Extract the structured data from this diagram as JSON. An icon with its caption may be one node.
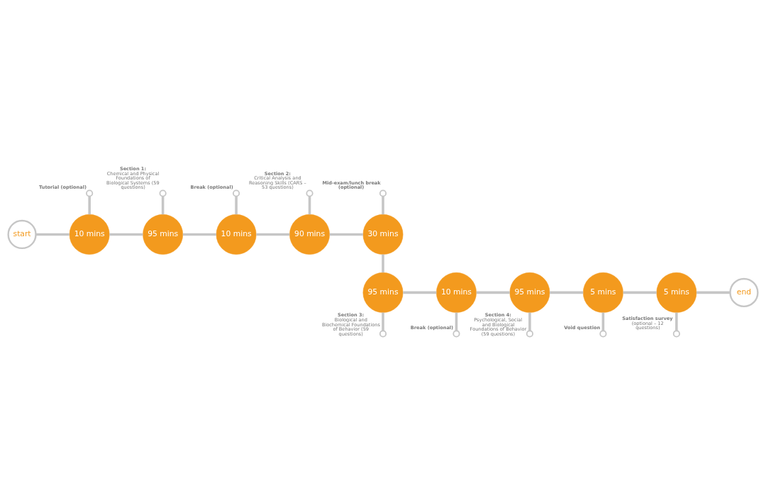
{
  "diagram": {
    "nodes": [
      {
        "text": [
          "start"
        ]
      },
      {
        "text": [
          "10 mins"
        ]
      },
      {
        "text": [
          "95 mins"
        ]
      },
      {
        "text": [
          "10 mins"
        ]
      },
      {
        "text": [
          "90 mins"
        ]
      },
      {
        "text": [
          "30 mins"
        ]
      },
      {
        "text": [
          "95 mins"
        ]
      },
      {
        "text": [
          "10 mins"
        ]
      },
      {
        "text": [
          "95 mins"
        ]
      },
      {
        "text": [
          "5 mins"
        ]
      },
      {
        "text": [
          "5 mins"
        ]
      },
      {
        "text": [
          "end"
        ]
      },
      {
        "text": [],
        "shape": "circle",
        "beside": [
          "Tutorial (optional)"
        ]
      },
      {
        "text": [],
        "shape": "circle",
        "beside": [
          "Section 1:",
          "Chemical and Physical Foundations of Biological Systems (59 questions)"
        ]
      },
      {
        "text": [],
        "shape": "circle",
        "beside": [
          "Break (optional)"
        ]
      },
      {
        "text": [],
        "shape": "circle",
        "beside": [
          "Section 2:",
          "Critical Analysis and Reasoning Skills (CARS – 53 questions)"
        ]
      },
      {
        "text": [],
        "shape": "circle",
        "beside": [
          "Mid-exam/lunch break (optional)"
        ]
      },
      {
        "text": [],
        "shape": "circle",
        "beside": [
          "Section 3:",
          "Biological and Biochemical Foundations of Behavior (59 questions)"
        ]
      },
      {
        "text": [],
        "shape": "circle",
        "beside": [
          "Break (optional)"
        ]
      },
      {
        "text": [],
        "shape": "circle",
        "beside": [
          "Section 4:",
          "Psychological, Social and Biological Foundations of Behavior (59 questions)"
        ]
      },
      {
        "text": [],
        "shape": "circle",
        "beside": [
          "Void question"
        ]
      },
      {
        "text": [],
        "shape": "circle",
        "beside": [
          "Satisfaction survey",
          "(optional – 12 questions)"
        ]
      }
    ],
    "edges": [
      {
        "from": 0,
        "to": 1,
        "arrow": "none"
      },
      {
        "from": 1,
        "to": 2,
        "arrow": "none"
      },
      {
        "from": 2,
        "to": 3,
        "arrow": "none"
      },
      {
        "from": 3,
        "to": 4,
        "arrow": "none"
      },
      {
        "from": 4,
        "to": 5,
        "arrow": "none"
      },
      {
        "from": 5,
        "to": 6,
        "arrow": "none"
      },
      {
        "from": 6,
        "to": 7,
        "arrow": "none"
      },
      {
        "from": 7,
        "to": 8,
        "arrow": "none"
      },
      {
        "from": 8,
        "to": 9,
        "arrow": "none"
      },
      {
        "from": 9,
        "to": 10,
        "arrow": "none"
      },
      {
        "from": 10,
        "to": 11,
        "arrow": "none"
      },
      {
        "from": 1,
        "to": 12,
        "arrow": "none"
      },
      {
        "from": 2,
        "to": 13,
        "arrow": "none"
      },
      {
        "from": 3,
        "to": 14,
        "arrow": "none"
      },
      {
        "from": 4,
        "to": 15,
        "arrow": "none"
      },
      {
        "from": 5,
        "to": 16,
        "arrow": "none"
      },
      {
        "from": 6,
        "to": 17,
        "arrow": "none"
      },
      {
        "from": 7,
        "to": 18,
        "arrow": "none"
      },
      {
        "from": 8,
        "to": 19,
        "arrow": "none"
      },
      {
        "from": 9,
        "to": 20,
        "arrow": "none"
      },
      {
        "from": 10,
        "to": 21,
        "arrow": "none"
      }
    ]
  }
}
